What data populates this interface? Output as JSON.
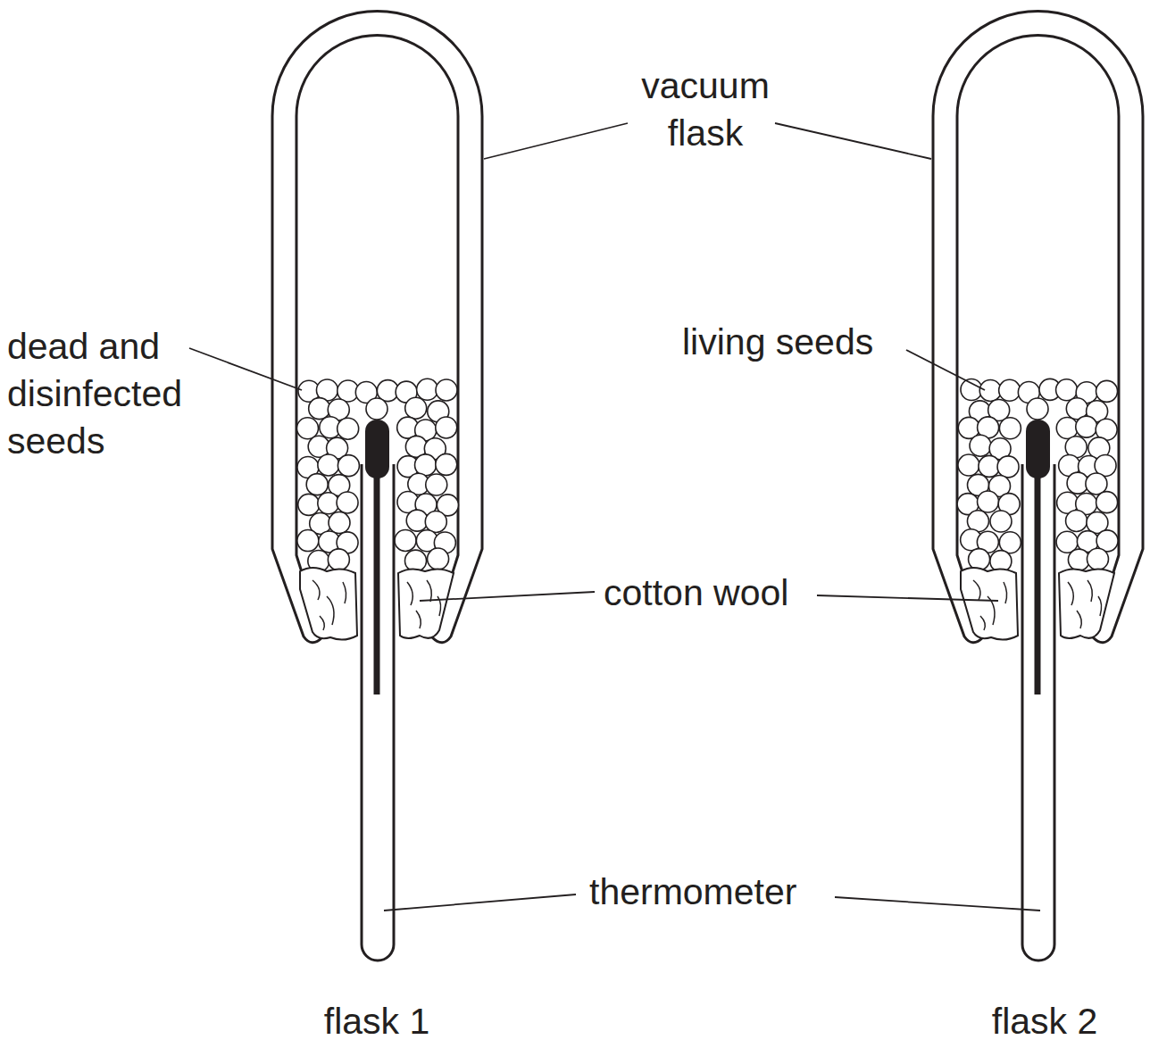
{
  "diagram": {
    "labels": [
      "vacuum flask",
      "dead and disinfected seeds",
      "living seeds",
      "cotton wool",
      "thermometer",
      "flask 1",
      "flask 2"
    ]
  }
}
